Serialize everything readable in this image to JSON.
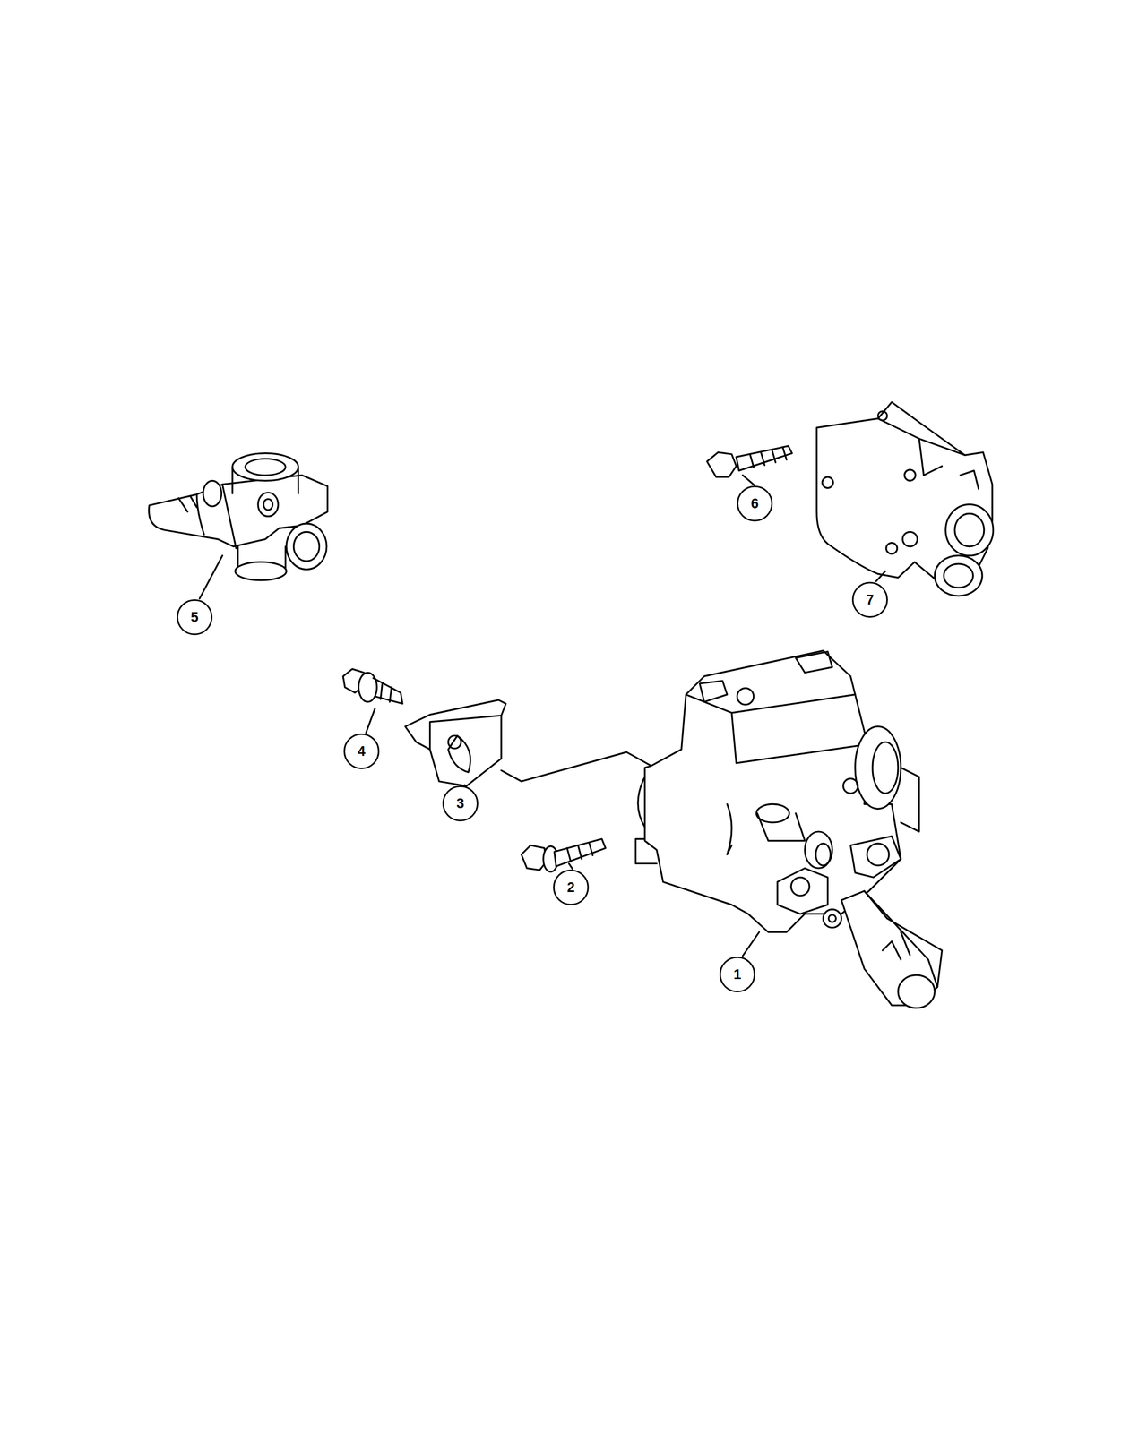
{
  "diagram": {
    "labels": [
      "5",
      "6",
      "7",
      "4",
      "3",
      "2",
      "1"
    ]
  }
}
